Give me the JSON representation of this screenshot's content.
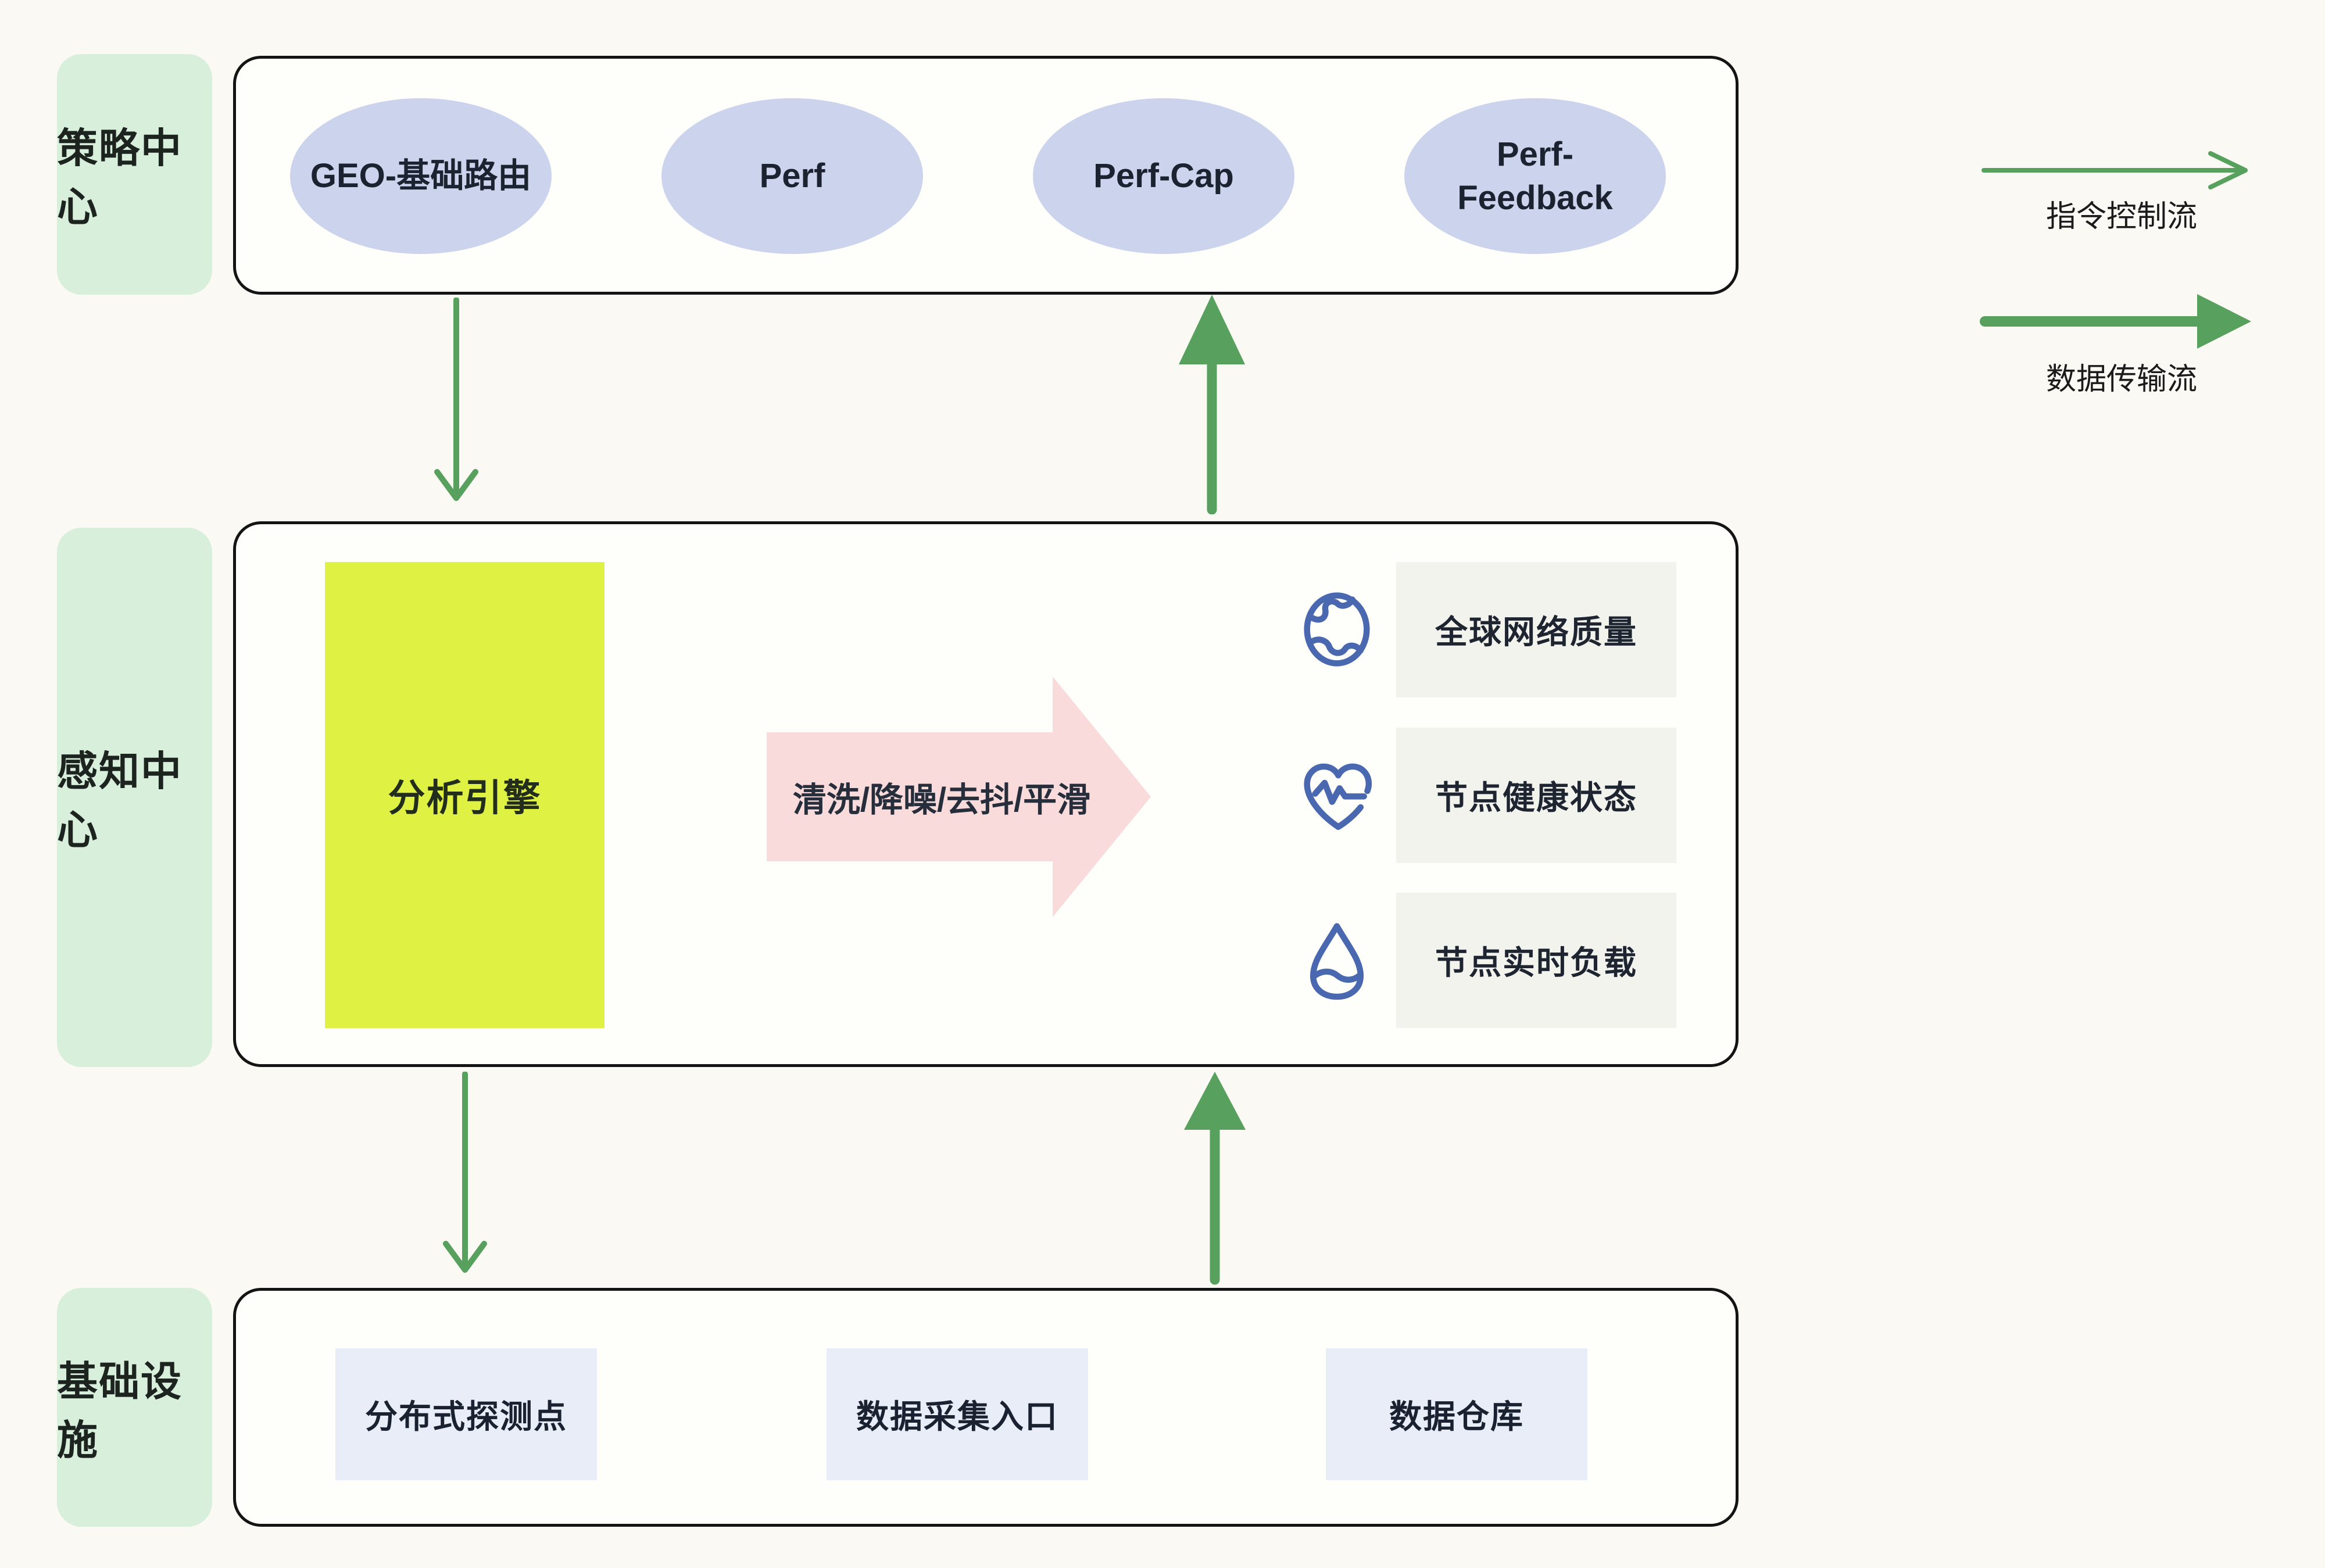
{
  "colors": {
    "page_bg": "#faf9f4",
    "frame_bg": "#fefefb",
    "frame_border": "#141414",
    "mint": "#d8efdc",
    "ellipse_fill": "#ccd4ed",
    "engine_yellow": "#dff143",
    "process_pink": "#f8dbda",
    "card_bg": "#f3f3ee",
    "infra_box_bg": "#e8edf8",
    "icon_blue": "#4a68b0",
    "arrow_green": "#57a05d",
    "text_dark": "#1c2330"
  },
  "layers": {
    "strategy": {
      "label": "策略中心"
    },
    "perception": {
      "label": "感知中心"
    },
    "infrastructure": {
      "label": "基础设施"
    }
  },
  "strategy_center": {
    "modules": [
      {
        "label": "GEO-基础路由"
      },
      {
        "label": "Perf"
      },
      {
        "label": "Perf-Cap"
      },
      {
        "label": "Perf-Feedback"
      }
    ]
  },
  "perception_center": {
    "engine_label": "分析引擎",
    "process_label": "清洗/降噪/去抖/平滑",
    "metrics": [
      {
        "icon": "globe-icon",
        "label": "全球网络质量"
      },
      {
        "icon": "heartbeat-icon",
        "label": "节点健康状态"
      },
      {
        "icon": "droplet-icon",
        "label": "节点实时负载"
      }
    ]
  },
  "infrastructure_layer": {
    "components": [
      {
        "label": "分布式探测点"
      },
      {
        "label": "数据采集入口"
      },
      {
        "label": "数据仓库"
      }
    ]
  },
  "legend": {
    "control_flow_label": "指令控制流",
    "data_flow_label": "数据传输流"
  }
}
